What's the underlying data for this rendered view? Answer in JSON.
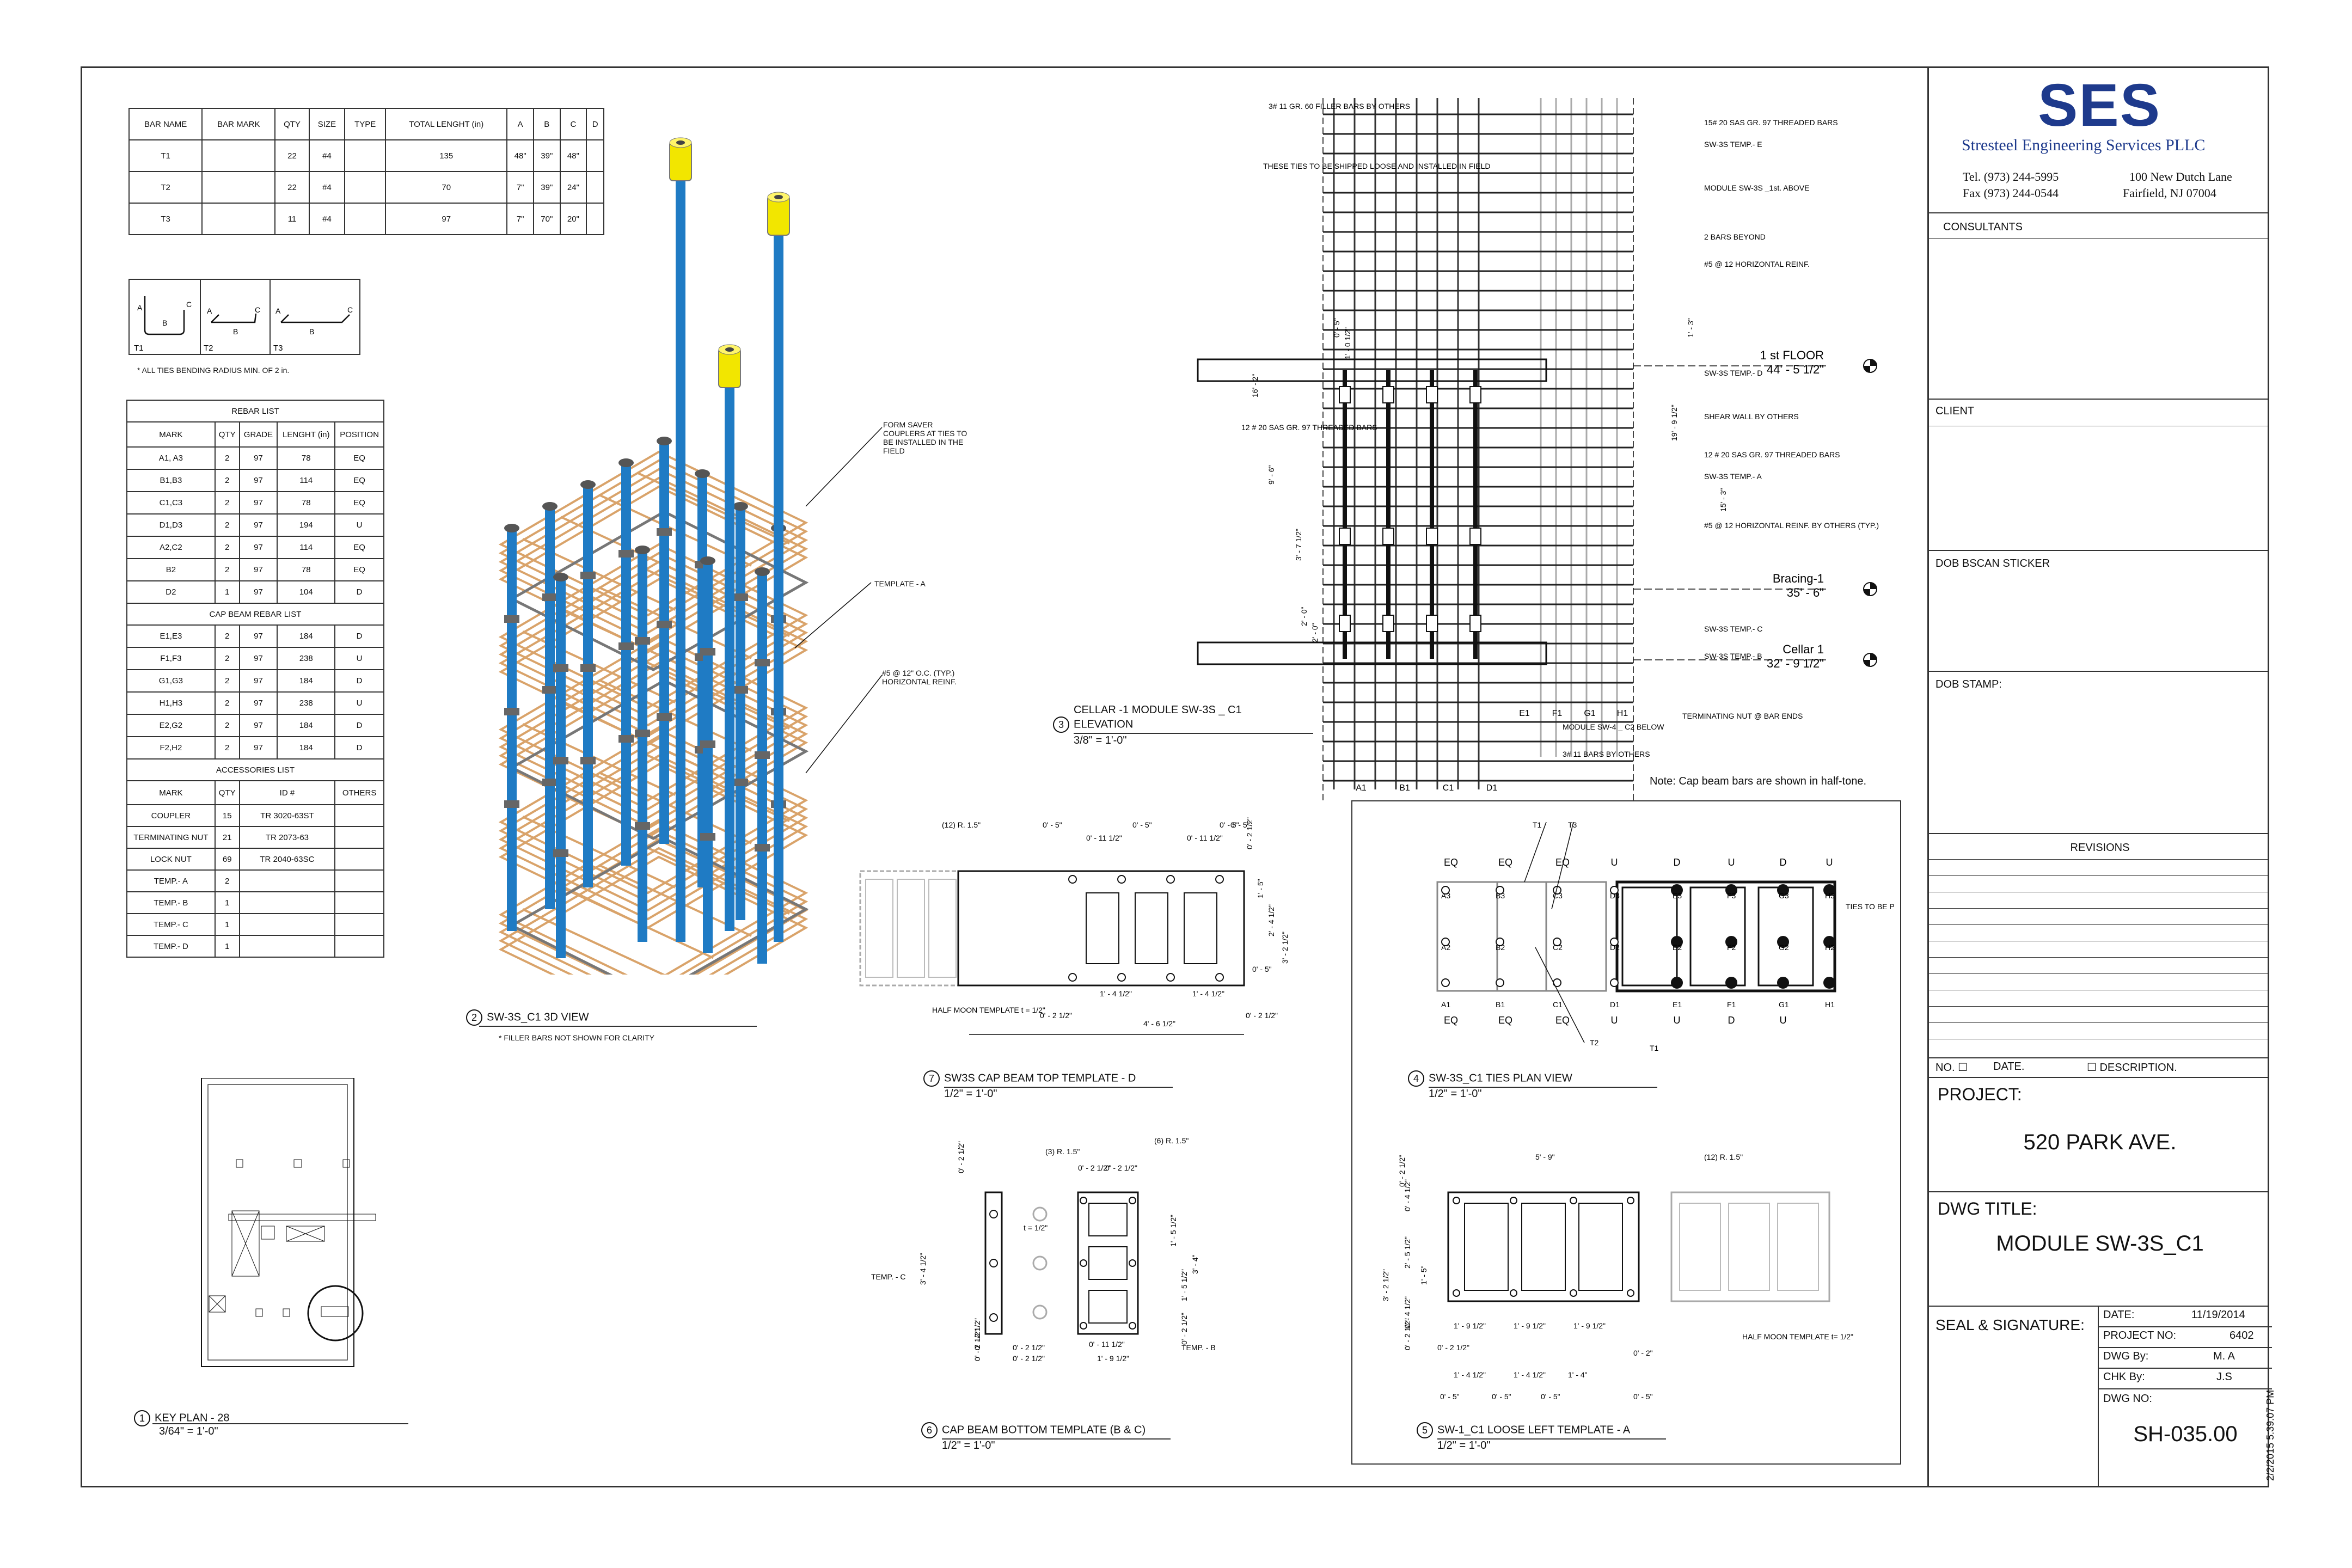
{
  "sheet": {
    "timestamp": "2/2/2015 5:39:07 PM"
  },
  "bar_schedule": {
    "headers": [
      "BAR NAME",
      "BAR MARK",
      "QTY",
      "SIZE",
      "TYPE",
      "TOTAL LENGHT (in)",
      "A",
      "B",
      "C",
      "D"
    ],
    "rows": [
      [
        "T1",
        "",
        "22",
        "#4",
        "",
        "135",
        "48\"",
        "39\"",
        "48\"",
        ""
      ],
      [
        "T2",
        "",
        "22",
        "#4",
        "",
        "70",
        "7\"",
        "39\"",
        "24\"",
        ""
      ],
      [
        "T3",
        "",
        "11",
        "#4",
        "",
        "97",
        "7\"",
        "70\"",
        "20\"",
        ""
      ]
    ]
  },
  "bend_shapes": {
    "labels": [
      "T1",
      "T2",
      "T3"
    ],
    "note": "* ALL TIES BENDING RADIUS MIN. OF 2 in."
  },
  "rebar_list": {
    "title": "REBAR LIST",
    "headers": [
      "MARK",
      "QTY",
      "GRADE",
      "LENGHT (in)",
      "POSITION"
    ],
    "rows": [
      [
        "A1, A3",
        "2",
        "97",
        "78",
        "EQ"
      ],
      [
        "B1,B3",
        "2",
        "97",
        "114",
        "EQ"
      ],
      [
        "C1,C3",
        "2",
        "97",
        "78",
        "EQ"
      ],
      [
        "D1,D3",
        "2",
        "97",
        "194",
        "U"
      ],
      [
        "A2,C2",
        "2",
        "97",
        "114",
        "EQ"
      ],
      [
        "B2",
        "2",
        "97",
        "78",
        "EQ"
      ],
      [
        "D2",
        "1",
        "97",
        "104",
        "D"
      ]
    ],
    "cap_title": "CAP BEAM REBAR LIST",
    "cap_rows": [
      [
        "E1,E3",
        "2",
        "97",
        "184",
        "D"
      ],
      [
        "F1,F3",
        "2",
        "97",
        "238",
        "U"
      ],
      [
        "G1,G3",
        "2",
        "97",
        "184",
        "D"
      ],
      [
        "H1,H3",
        "2",
        "97",
        "238",
        "U"
      ],
      [
        "E2,G2",
        "2",
        "97",
        "184",
        "D"
      ],
      [
        "F2,H2",
        "2",
        "97",
        "184",
        "D"
      ]
    ],
    "acc_title": "ACCESSORIES LIST",
    "acc_headers": [
      "MARK",
      "QTY",
      "ID #",
      "OTHERS"
    ],
    "acc_rows": [
      [
        "COUPLER",
        "15",
        "TR 3020-63ST",
        ""
      ],
      [
        "TERMINATING NUT",
        "21",
        "TR 2073-63",
        ""
      ],
      [
        "LOCK NUT",
        "69",
        "TR 2040-63SC",
        ""
      ],
      [
        "TEMP.- A",
        "2",
        "",
        ""
      ],
      [
        "TEMP.- B",
        "1",
        "",
        ""
      ],
      [
        "TEMP.- C",
        "1",
        "",
        ""
      ],
      [
        "TEMP.- D",
        "1",
        "",
        ""
      ]
    ]
  },
  "view_3d": {
    "number": "2",
    "title": "SW-3S_C1     3D VIEW",
    "note": "* FILLER BARS NOT SHOWN FOR CLARITY",
    "callouts": [
      "FORM SAVER COUPLERS AT TIES TO BE INSTALLED IN THE FIELD",
      "TEMPLATE - A",
      "#5 @ 12\" O.C. (TYP.) HORIZONTAL REINF."
    ],
    "colors": {
      "bar": "#1f7bc4",
      "coupler": "#f2e600",
      "tie": "#d9a36a"
    }
  },
  "key_plan": {
    "number": "1",
    "title": "KEY PLAN - 28",
    "scale": "3/64\" = 1'-0\""
  },
  "elevation": {
    "number": "3",
    "title": "CELLAR -1 MODULE SW-3S _ C1",
    "title2": "ELEVATION",
    "scale": "3/8\" = 1'-0\"",
    "note": "Note: Cap beam bars are shown in half-tone.",
    "labels_left": [
      "3# 11 GR. 60 FILLER BARS BY OTHERS",
      "THESE TIES TO BE SHIPPED LOOSE AND INSTALLED IN FIELD",
      "12 # 20 SAS GR. 97 THREADED BARS"
    ],
    "labels_right": [
      "15# 20 SAS GR. 97 THREADED BARS",
      "SW-3S TEMP.- E",
      "MODULE SW-3S _1st. ABOVE",
      "2 BARS BEYOND",
      "#5 @ 12 HORIZONTAL REINF.",
      "SW-3S TEMP.- D",
      "SHEAR WALL BY OTHERS",
      "12 # 20 SAS GR. 97 THREADED BARS",
      "SW-3S TEMP.- A",
      "#5 @ 12 HORIZONTAL REINF. BY OTHERS (TYP.)",
      "SW-3S TEMP.- C",
      "SW-3S TEMP.- B",
      "TERMINATING NUT @ BAR ENDS",
      "MODULE SW-4 _ C2 BELOW",
      "3# 11 BARS BY OTHERS"
    ],
    "levels": [
      {
        "name": "1 st FLOOR",
        "elev": "44' - 5 1/2\""
      },
      {
        "name": "Bracing-1",
        "elev": "35' - 6\""
      },
      {
        "name": "Cellar 1",
        "elev": "32' - 9 1/2\""
      }
    ],
    "bottom_marks": [
      "A1",
      "B1",
      "C1",
      "D1",
      "E1",
      "F1",
      "G1",
      "H1"
    ],
    "dims": [
      "16' - 2\"",
      "9' - 6\"",
      "3' - 7 1/2\"",
      "2' - 0\"",
      "2' - 0\"",
      "19' - 9 1/2\"",
      "15' - 3\"",
      "1' - 3\"",
      "0' - 5\"",
      "1' - 0 1/2\""
    ]
  },
  "cap_top_template": {
    "number": "7",
    "title": "SW3S CAP BEAM TOP TEMPLATE - D",
    "scale": "1/2\" = 1'-0\"",
    "labels": [
      "(12) R. 1.5\"",
      "HALF MOON TEMPLATE t = 1/2\""
    ],
    "dims": [
      "0' - 5\"",
      "0' - 11 1/2\"",
      "0' - 5\"",
      "0' - 11 1/2\"",
      "0' - 5\"",
      "0' - 5\"",
      "1' - 4 1/2\"",
      "1' - 4 1/2\"",
      "4' - 6 1/2\"",
      "0' - 2 1/2\"",
      "0' - 2 1/2\"",
      "0' - 2 1/2\"",
      "1' - 5\"",
      "2' - 4 1/2\"",
      "3' - 2 1/2\"",
      "0' - 5\""
    ]
  },
  "ties_plan": {
    "number": "4",
    "title": "SW-3S_C1 TIES PLAN VIEW",
    "scale": "1/2\" = 1'-0\"",
    "callouts": [
      "T1",
      "T3",
      "T2",
      "T1",
      "TIES TO BE PROVIDED BY OTHERS"
    ],
    "top_tags": [
      "EQ",
      "EQ",
      "EQ",
      "U",
      "D",
      "U",
      "D",
      "U"
    ],
    "bottom_tags": [
      "EQ",
      "EQ",
      "EQ",
      "U",
      "U",
      "D",
      "U"
    ],
    "marks_top": [
      "A3",
      "B3",
      "C3",
      "D3",
      "E3",
      "F3",
      "G3",
      "H3"
    ],
    "marks_mid": [
      "A2",
      "B2",
      "C2",
      "D2",
      "E2",
      "F2",
      "G2",
      "H2"
    ],
    "marks_bot": [
      "A1",
      "B1",
      "C1",
      "D1",
      "E1",
      "F1",
      "G1",
      "H1"
    ]
  },
  "cap_bottom_template": {
    "number": "6",
    "title": "CAP BEAM BOTTOM TEMPLATE (B & C)",
    "scale": "1/2\" = 1'-0\"",
    "labels": [
      "(3) R. 1.5\"",
      "(6) R. 1.5\"",
      "t = 1/2\"",
      "TEMP. - C",
      "TEMP. - B"
    ],
    "dims": [
      "0' - 2 1/2\"",
      "0' - 2 1/2\"",
      "0' - 2 1/2\"",
      "3' - 4 1/2\"",
      "1' - 5 1/2\"",
      "1' - 5 1/2\"",
      "3' - 4\"",
      "0' - 2 1/2\"",
      "0' - 11 1/2\"",
      "1' - 9 1/2\"",
      "0' - 2 1/2\"",
      "0' - 2 1/2\"",
      "0' - 2 1/2\"",
      "0' - 2 1/2\""
    ]
  },
  "loose_template": {
    "number": "5",
    "title": "SW-1_C1 LOOSE LEFT TEMPLATE - A",
    "scale": "1/2\" = 1'-0\"",
    "labels": [
      "(12) R. 1.5\"",
      "HALF MOON TEMPLATE t= 1/2\""
    ],
    "dims": [
      "5' - 9\"",
      "0' - 2 1/2\"",
      "0' - 4 1/2\"",
      "2' - 5 1/2\"",
      "3' - 2 1/2\"",
      "0' - 4 1/2\"",
      "0' - 2 1/2\"",
      "1' - 5\"",
      "1' - 9 1/2\"",
      "1' - 9 1/2\"",
      "1' - 9 1/2\"",
      "0' - 2 1/2\"",
      "0' - 2\"",
      "1' - 4 1/2\"",
      "1' - 4 1/2\"",
      "1' - 4\"",
      "0' - 5\"",
      "0' - 5\"",
      "0' - 5\"",
      "0' - 5\""
    ]
  },
  "title_block": {
    "logo": "SES",
    "company": "Stresteel Engineering Services PLLC",
    "tel": "Tel. (973) 244-5995",
    "fax": "Fax (973) 244-0544",
    "addr1": "100 New Dutch Lane",
    "addr2": "Fairfield, NJ 07004",
    "consultants": "CONSULTANTS",
    "client": "CLIENT",
    "dob_bscan": "DOB BSCAN STICKER",
    "dob_stamp": "DOB STAMP:",
    "revisions": "REVISIONS",
    "rev_no": "NO. ☐",
    "rev_date": "DATE.",
    "rev_desc": "☐ DESCRIPTION.",
    "project_label": "PROJECT:",
    "project": "520 PARK AVE.",
    "dwg_title_label": "DWG TITLE:",
    "dwg_title": "MODULE SW-3S_C1",
    "seal": "SEAL & SIGNATURE:",
    "date_label": "DATE:",
    "date": "11/19/2014",
    "project_no_label": "PROJECT NO:",
    "project_no": "6402",
    "dwg_by_label": "DWG By:",
    "dwg_by": "M. A",
    "chk_by_label": "CHK By:",
    "chk_by": "J.S",
    "dwg_no_label": "DWG NO:",
    "dwg_no": "SH-035.00",
    "brand_color": "#1e3a8c"
  }
}
